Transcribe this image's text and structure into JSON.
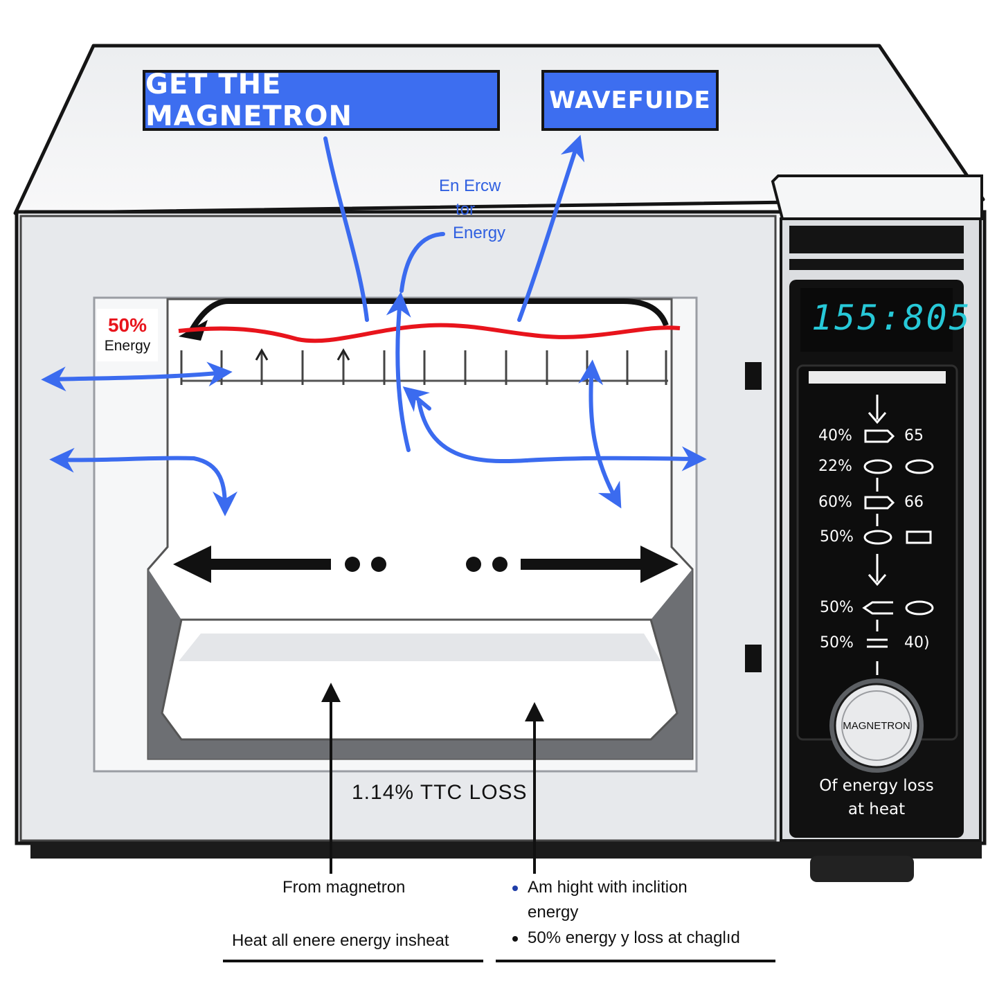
{
  "labels": {
    "magnetron_box": "GET THE MAGNETRON",
    "waveguide_box": "WAVEFUIDE"
  },
  "annotations": {
    "energy_flow_line1": "En Ercw",
    "energy_flow_line2": "tor",
    "energy_flow_line3": "Energy",
    "left_tag_percent": "50%",
    "left_tag_label": "Energy",
    "loss_text": "1.14% TTC LOSS"
  },
  "display": {
    "time": "155:805"
  },
  "panel": {
    "rows": [
      {
        "left": "40%",
        "right": "65"
      },
      {
        "left": "22%",
        "right": ""
      },
      {
        "left": "60%",
        "right": "66"
      },
      {
        "left": "50%",
        "right": ""
      },
      {
        "left": "50%",
        "right": ""
      },
      {
        "left": "50%",
        "right": "40)"
      }
    ],
    "knob_label": "MAGNETRON",
    "caption_line1": "Of energy loss",
    "caption_line2": "at heat"
  },
  "bottom_notes": {
    "left_title": "From magnetron",
    "left_underlined": "Heat all enere energy insheat",
    "right_bullet1_line1": "Am hight with inclition",
    "right_bullet1_line2": "energy",
    "right_bullet2": "50% energy y loss at chaglıd"
  },
  "colors": {
    "label_blue": "#3d6ef0",
    "arrow_blue": "#3b6bef",
    "red_line": "#e8141c",
    "lcd_cyan": "#27c9d8",
    "panel_black": "#111111"
  }
}
